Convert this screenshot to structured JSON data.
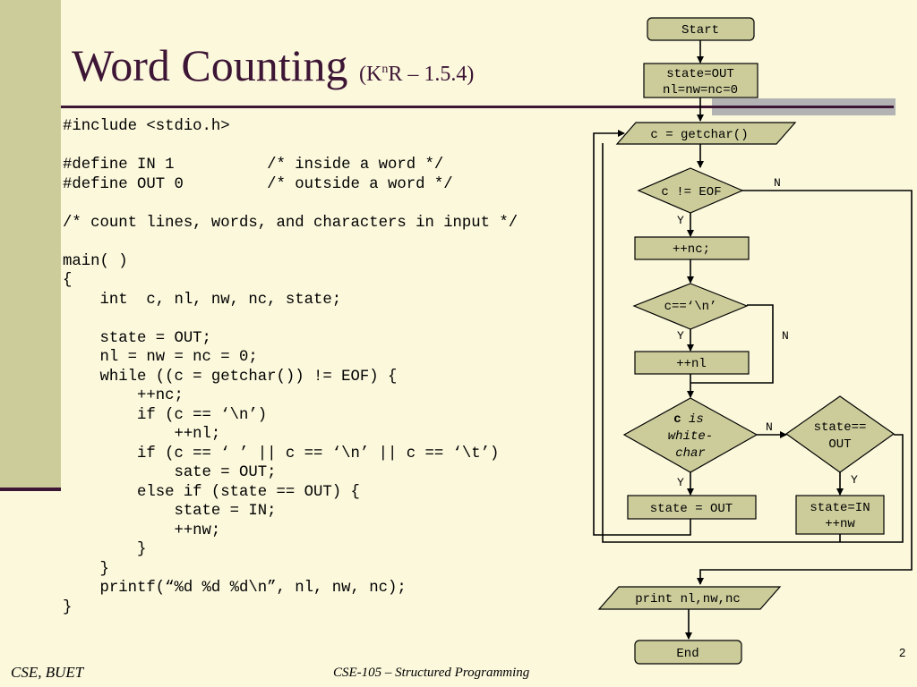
{
  "slide": {
    "title": "Word Counting",
    "ref_prefix": "(K",
    "ref_sup": "n",
    "ref_suffix": "R – 1.5.4)",
    "footer_left": "CSE, BUET",
    "footer_center": "CSE-105 – Structured Programming",
    "page_number": "2"
  },
  "code_lines": [
    "#include <stdio.h>",
    "",
    "#define IN 1          /* inside a word */",
    "#define OUT 0         /* outside a word */",
    "",
    "/* count lines, words, and characters in input */",
    "",
    "main( )",
    "{",
    "    int  c, nl, nw, nc, state;",
    "",
    "    state = OUT;",
    "    nl = nw = nc = 0;",
    "    while ((c = getchar()) != EOF) {",
    "        ++nc;",
    "        if (c == ‘\\n’)",
    "            ++nl;",
    "        if (c == ‘ ’ || c == ‘\\n’ || c == ‘\\t’)",
    "            sate = OUT;",
    "        else if (state == OUT) {",
    "            state = IN;",
    "            ++nw;",
    "        }",
    "    }",
    "    printf(“%d %d %d\\n”, nl, nw, nc);",
    "}"
  ],
  "flowchart": {
    "start": "Start",
    "init_1": "state=OUT",
    "init_2": "nl=nw=nc=0",
    "getchar": "c = getchar()",
    "cond_eof": "c != EOF",
    "inc_nc": "++nc;",
    "cond_newline": "c==‘\\n’",
    "inc_nl": "++nl",
    "cond_white_c": "c",
    "cond_white_is": " is",
    "cond_white_2": "white-",
    "cond_white_3": "char",
    "cond_state_1": "state==",
    "cond_state_2": "OUT",
    "set_out": "state = OUT",
    "set_in_1": "state=IN",
    "set_in_2": "++nw",
    "print": "print nl,nw,nc",
    "end": "End",
    "yes": "Y",
    "no": "N"
  },
  "colors": {
    "background": "#fbf8dc",
    "sidebar": "#cccc9b",
    "title": "#3d1535",
    "flow_box": "#cccc9b",
    "rule_shadow": "#b3b3b3"
  }
}
